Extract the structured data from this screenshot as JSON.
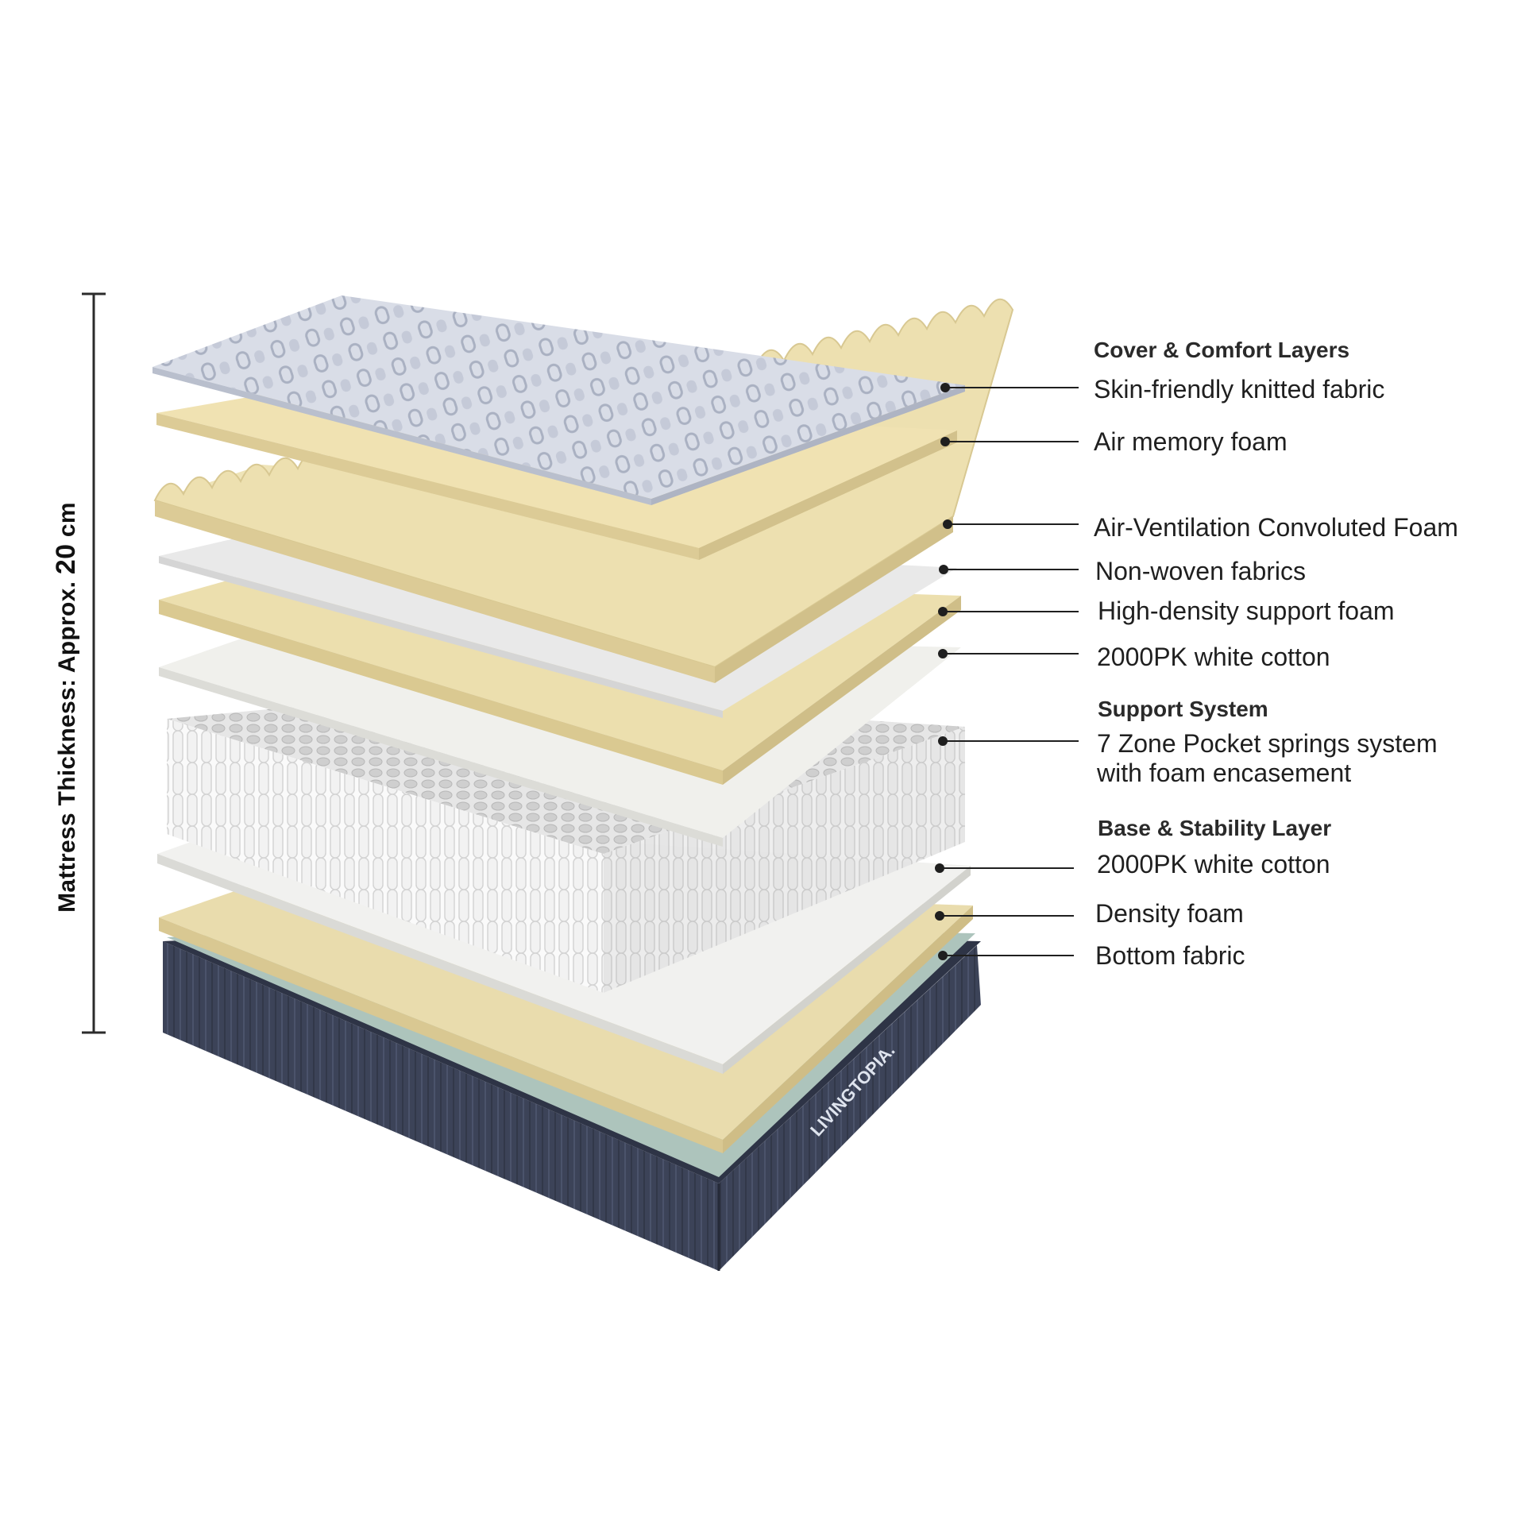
{
  "dimension": {
    "label": "Mattress Thickness: Approx.",
    "value": "20",
    "unit": "cm"
  },
  "brand": "LIVINGTOPIA.",
  "sections": [
    {
      "heading": "Cover & Comfort Layers",
      "layers": [
        "Skin-friendly knitted fabric",
        "Air memory foam",
        "Air-Ventilation Convoluted Foam",
        "Non-woven fabrics",
        "High-density support foam",
        "2000PK white cotton"
      ]
    },
    {
      "heading": "Support System",
      "layers": [
        "7 Zone Pocket springs system",
        "with foam encasement"
      ]
    },
    {
      "heading": "Base & Stability Layer",
      "layers": [
        "2000PK white cotton",
        "Density foam",
        "Bottom fabric"
      ]
    }
  ],
  "colors": {
    "cover": "#d8dce6",
    "memory_foam": "#efe1b0",
    "convoluted_foam": "#eee3b6",
    "non_woven": "#e8e8e8",
    "cotton": "#eeeeea",
    "springs": "#f1f1f1",
    "base_top": "#aec5bd",
    "base_side": "#3b4256"
  }
}
